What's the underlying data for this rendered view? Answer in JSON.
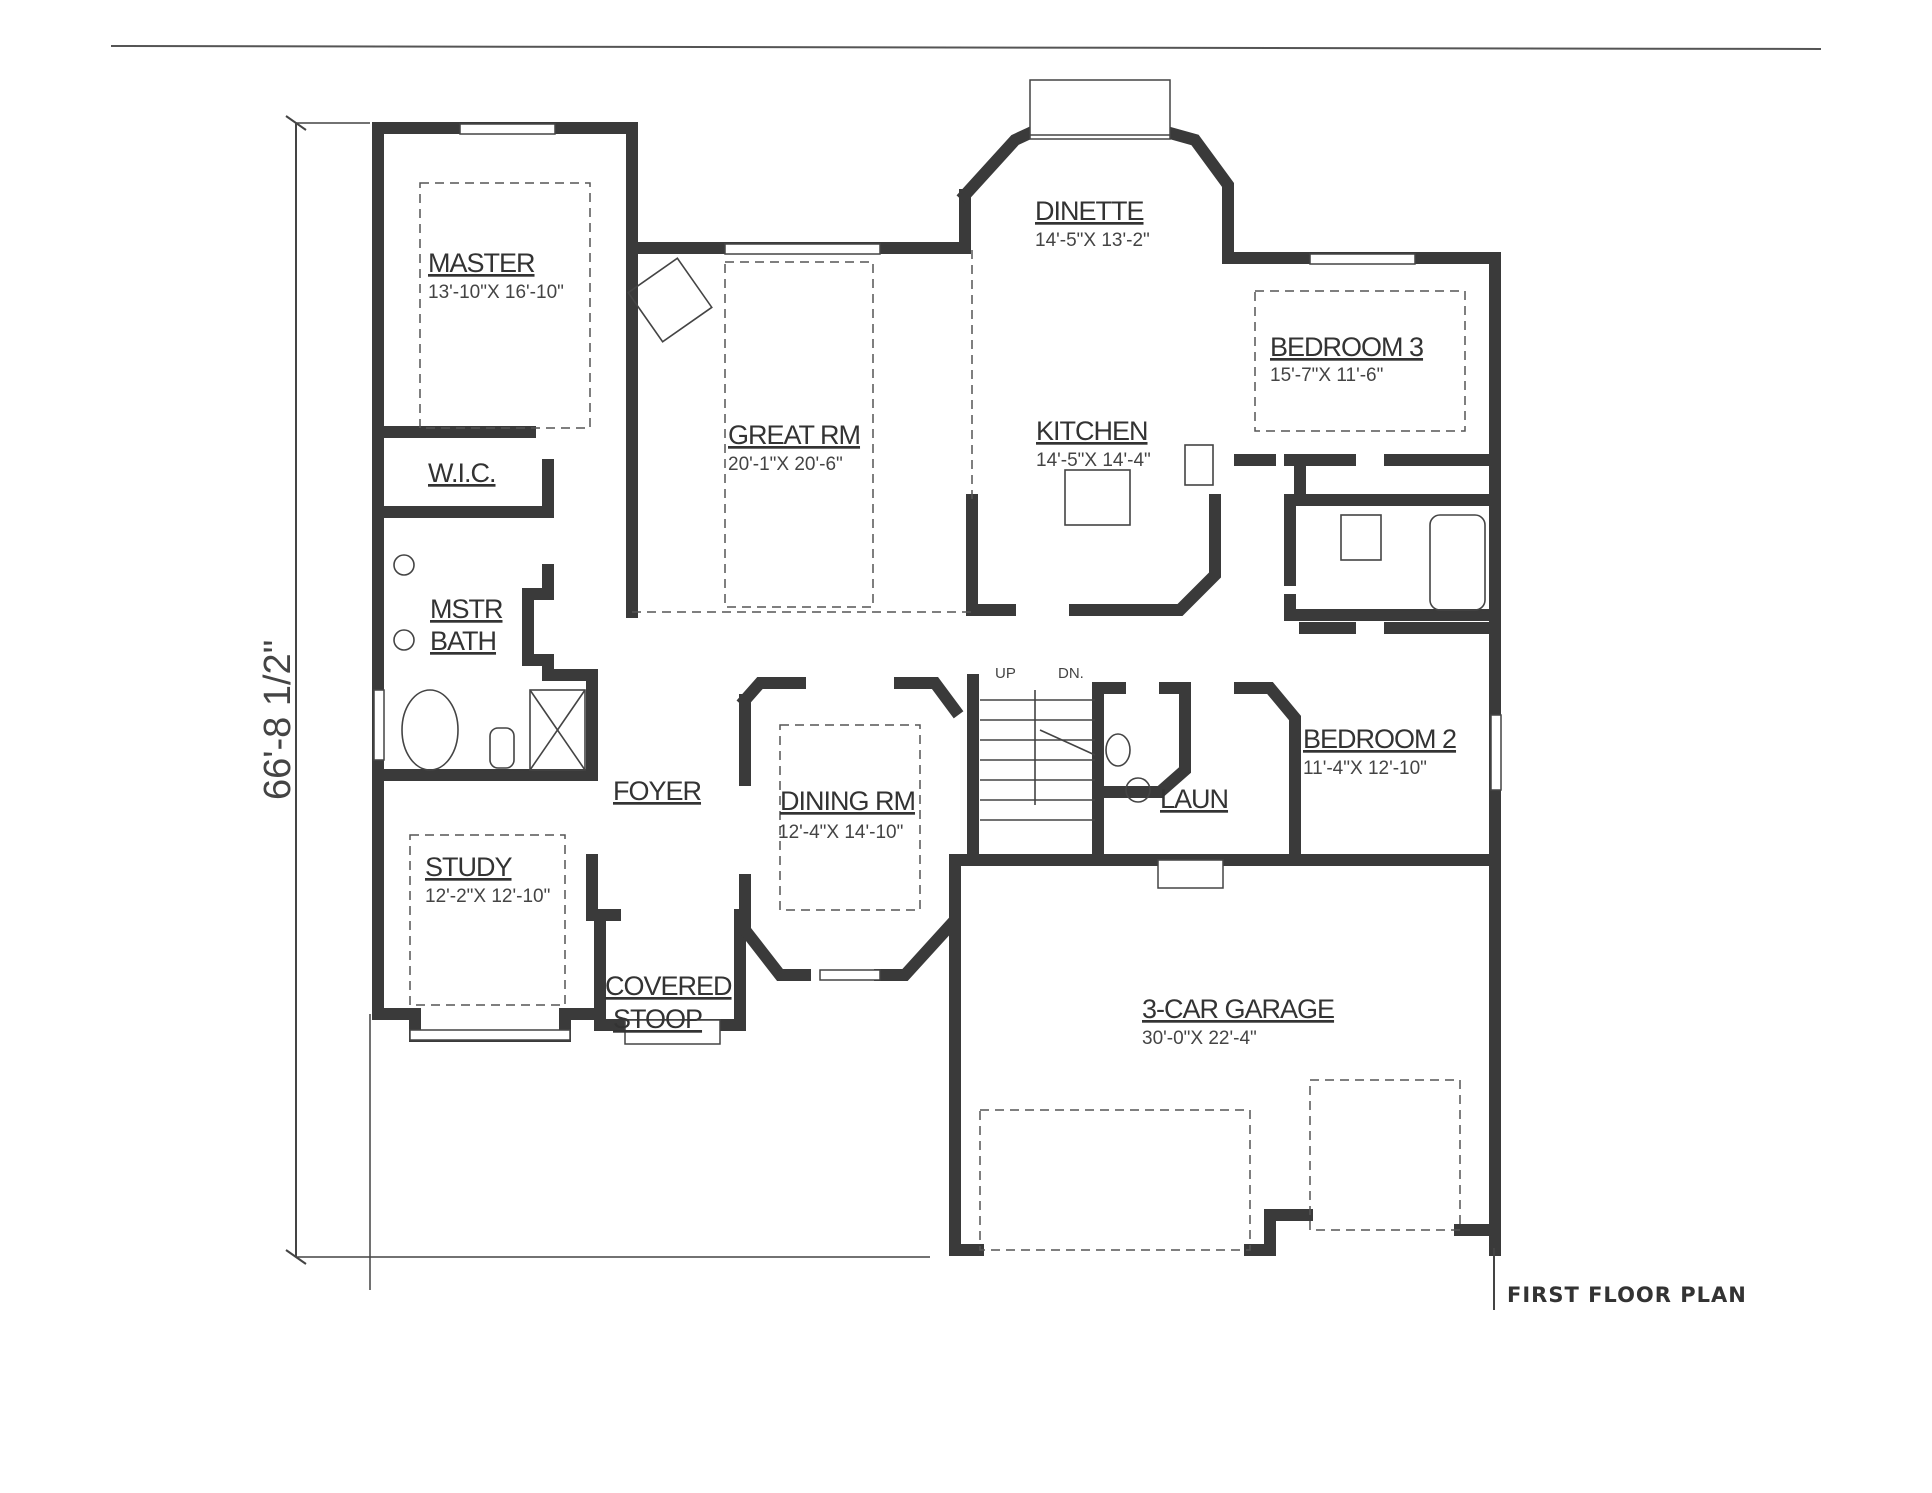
{
  "plan": {
    "title": "FIRST FLOOR PLAN",
    "overall_dimension": "66'-8 1/2\""
  },
  "rooms": {
    "master": {
      "name": "MASTER",
      "dim": "13'-10\"X 16'-10\""
    },
    "great_rm": {
      "name": "GREAT RM",
      "dim": "20'-1\"X 20'-6\""
    },
    "dinette": {
      "name": "DINETTE",
      "dim": "14'-5\"X 13'-2\""
    },
    "kitchen": {
      "name": "KITCHEN",
      "dim": "14'-5\"X 14'-4\""
    },
    "bedroom3": {
      "name": "BEDROOM 3",
      "dim": "15'-7\"X 11'-6\""
    },
    "wic": {
      "name": "W.I.C."
    },
    "mstr_bath": {
      "name1": "MSTR",
      "name2": "BATH"
    },
    "foyer": {
      "name": "FOYER"
    },
    "dining_rm": {
      "name": "DINING RM",
      "dim": "12'-4\"X 14'-10\""
    },
    "study": {
      "name": "STUDY",
      "dim": "12'-2\"X 12'-10\""
    },
    "covered_stoop": {
      "name1": "COVERED",
      "name2": "STOOP"
    },
    "laun": {
      "name": "LAUN"
    },
    "bedroom2": {
      "name": "BEDROOM 2",
      "dim": "11'-4\"X 12'-10\""
    },
    "garage": {
      "name": "3-CAR GARAGE",
      "dim": "30'-0\"X 22'-4\""
    }
  },
  "stairs": {
    "up": "UP",
    "down": "DN."
  }
}
